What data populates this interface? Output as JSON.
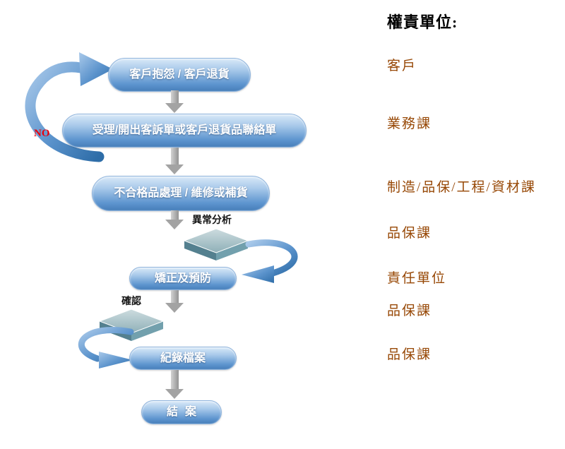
{
  "title": "權責單位:",
  "flow": {
    "steps": [
      {
        "label": "客戶抱怨 / 客戶退貨"
      },
      {
        "label": "受理/開出客訴單或客戶退貨品聯絡單"
      },
      {
        "label": "不合格品處理 / 維修或補貨"
      },
      {
        "label": "矯正及預防"
      },
      {
        "label": "紀錄檔案"
      },
      {
        "label": "結案"
      }
    ],
    "decisions": [
      {
        "label": "異常分析"
      },
      {
        "label": "確認"
      }
    ],
    "no_label": "NO"
  },
  "responsibilities": [
    "客戶",
    "業務課",
    "制造/品保/工程/資材課",
    "品保課",
    "責任單位",
    "品保課",
    "品保課"
  ],
  "colors": {
    "pill_top": "#d9e9f8",
    "pill_bottom": "#477fba",
    "arrow_gray": "#a3a3a3",
    "loop_blue": "#4a86c2",
    "diamond_top": "#b7cdd2",
    "diamond_side_dark": "#54808f",
    "diamond_side_light": "#72a0ad",
    "responsibility_text": "#974806",
    "no_label_color": "#e8000d"
  }
}
